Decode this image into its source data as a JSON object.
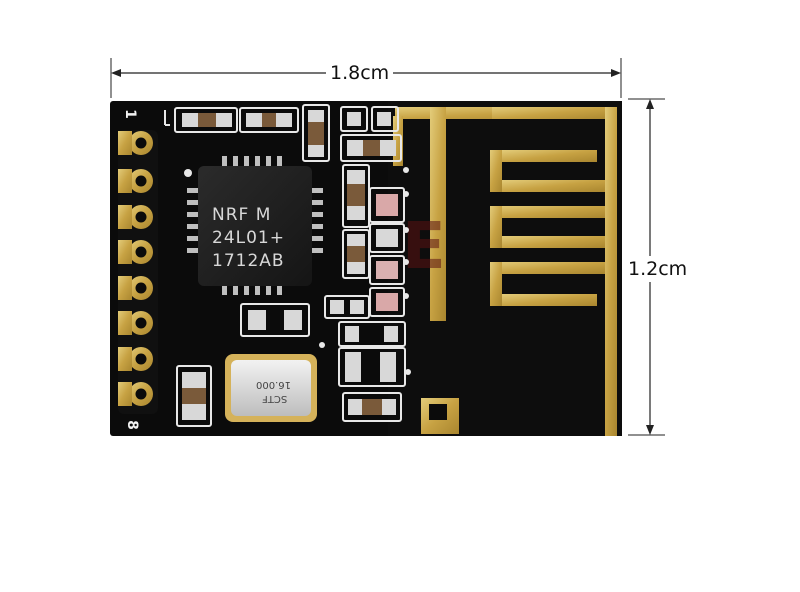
{
  "dimensions": {
    "width_label": "1.8cm",
    "height_label": "1.2cm"
  },
  "chip": {
    "line1": "NRF M",
    "line2": "24L01+",
    "line3": "1712AB"
  },
  "crystal": {
    "line1": "16.000",
    "line2": "SCTF"
  },
  "pin_markers": {
    "top": "1",
    "bottom": "8"
  },
  "colors": {
    "pcb": "#0b0b0b",
    "gold": "#c8a64a",
    "silkscreen": "#eeeeee"
  }
}
